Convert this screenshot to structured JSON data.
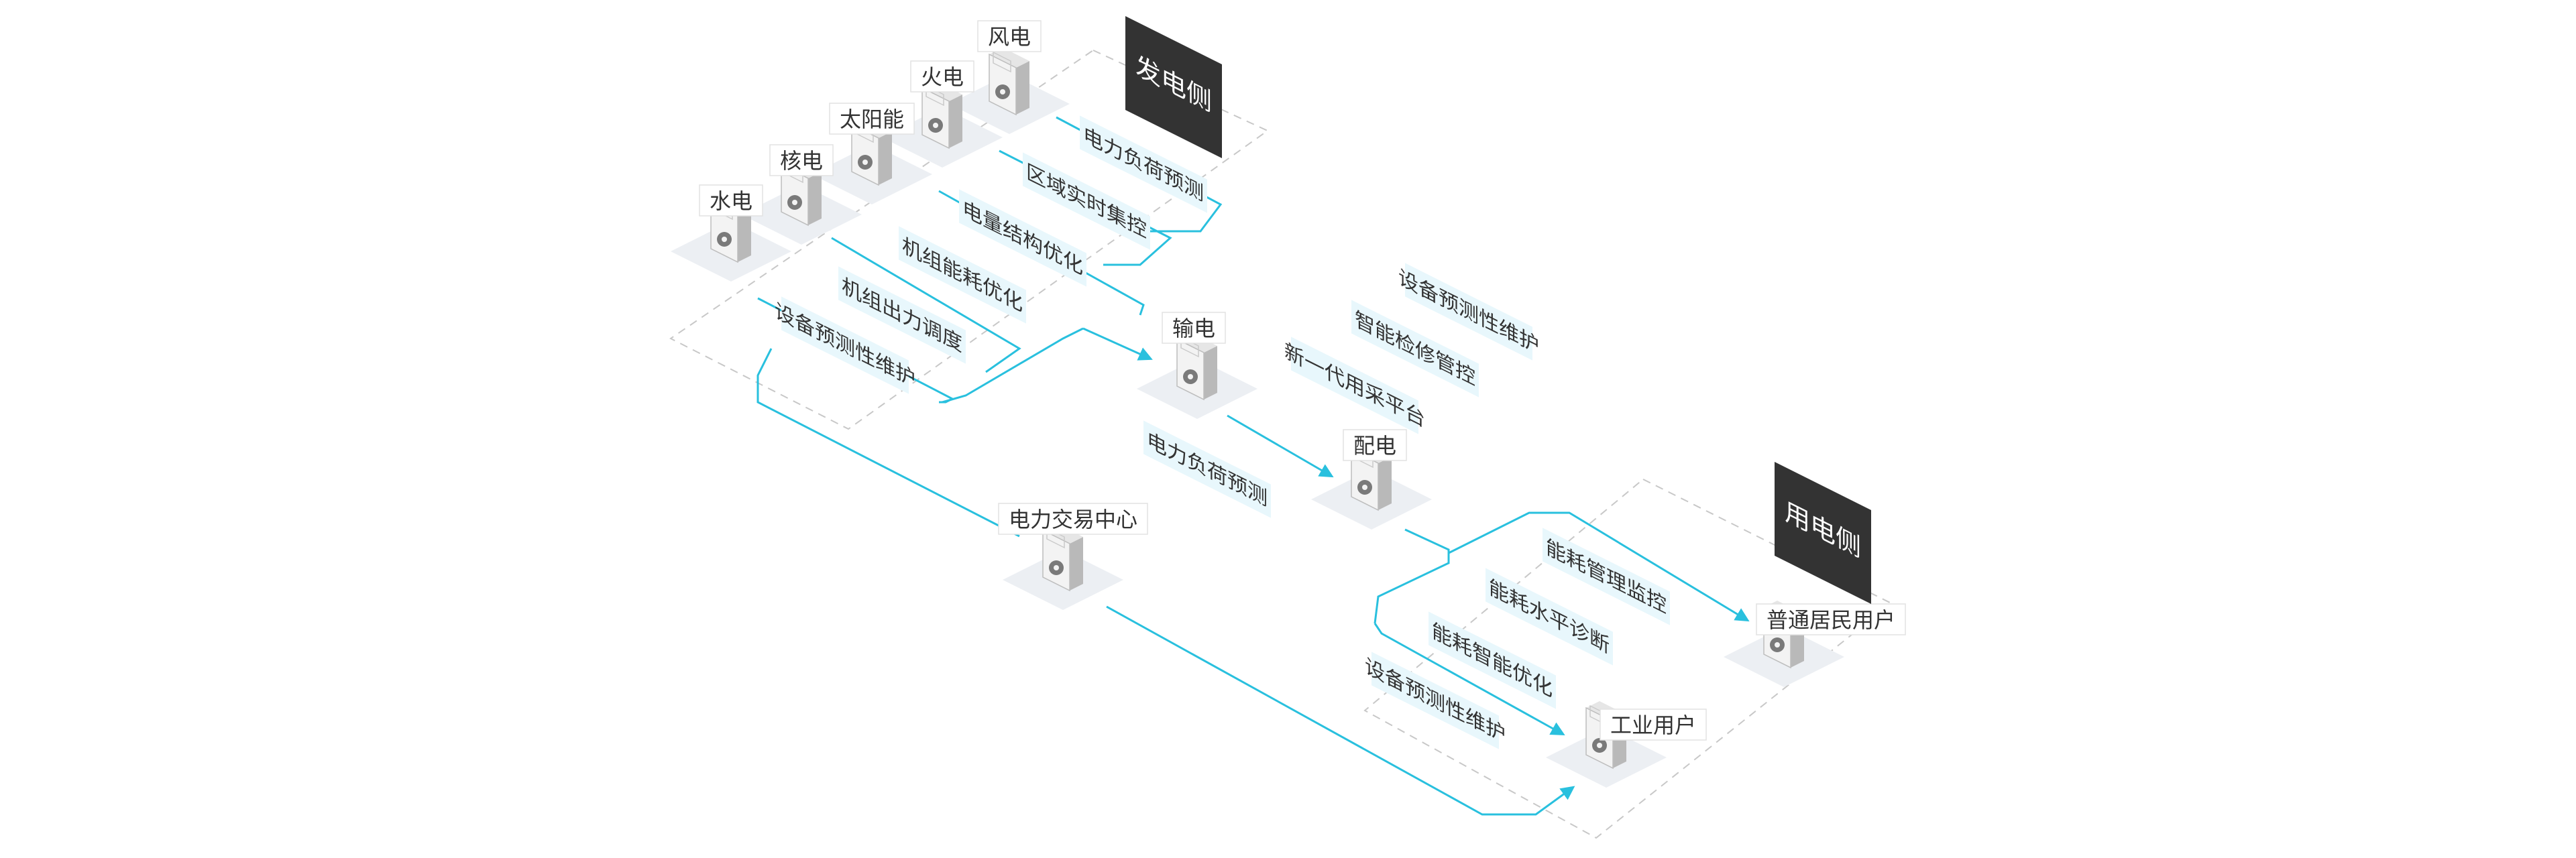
{
  "side_labels": {
    "generation": "发电侧",
    "consumption": "用电侧"
  },
  "nodes": {
    "wind": "风电",
    "thermal": "火电",
    "solar": "太阳能",
    "nuclear": "核电",
    "hydro": "水电",
    "transmission": "输电",
    "distribution": "配电",
    "trading_center": "电力交易中心",
    "resident": "普通居民用户",
    "industrial": "工业用户"
  },
  "generation_functions": [
    "电力负荷预测",
    "区域实时集控",
    "电量结构优化",
    "机组能耗优化",
    "机组出力调度",
    "设备预测性维护"
  ],
  "transmission_functions": [
    "设备预测性维护",
    "智能检修管控",
    "新一代用采平台"
  ],
  "distribution_functions": [
    "电力负荷预测"
  ],
  "consumption_functions": [
    "能耗管理监控",
    "能耗水平诊断",
    "能耗智能优化",
    "设备预测性维护"
  ],
  "colors": {
    "flow_line": "#29c0de",
    "chip_fill": "#e8f7fc",
    "side_box": "#333333",
    "platform": "#eceff3",
    "cabinet": "#f2f2f2",
    "dashed": "#c8c8c8"
  }
}
